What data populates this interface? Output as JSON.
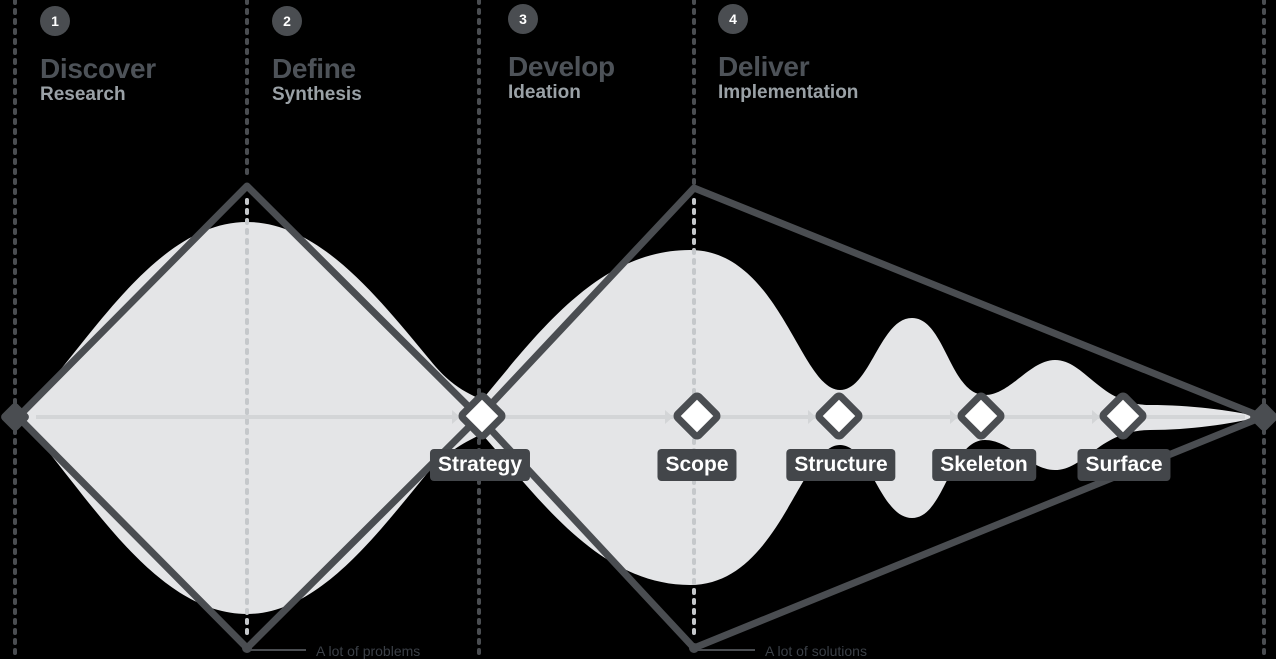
{
  "phases": [
    {
      "number": "1",
      "title": "Discover",
      "subtitle": "Research"
    },
    {
      "number": "2",
      "title": "Define",
      "subtitle": "Synthesis"
    },
    {
      "number": "3",
      "title": "Develop",
      "subtitle": "Ideation"
    },
    {
      "number": "4",
      "title": "Deliver",
      "subtitle": "Implementation"
    }
  ],
  "milestones": [
    {
      "label": "Strategy"
    },
    {
      "label": "Scope"
    },
    {
      "label": "Structure"
    },
    {
      "label": "Skeleton"
    },
    {
      "label": "Surface"
    }
  ],
  "annotations": {
    "problems": "A lot of problems",
    "solutions": "A lot of solutions"
  },
  "colors": {
    "background": "#000000",
    "outline": "#4a4d51",
    "fill": "#e4e5e7",
    "label_bg": "#43464a",
    "title": "#4d5258",
    "subtitle": "#9aa1a6"
  }
}
